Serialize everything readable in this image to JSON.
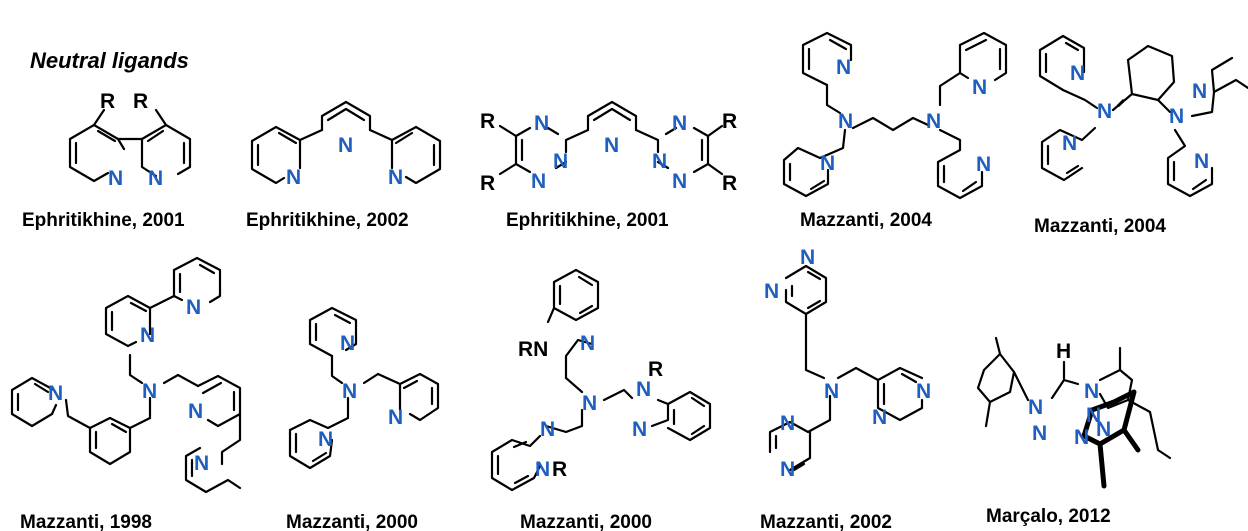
{
  "section_title": "Neutral ligands",
  "atom_labels": {
    "N": "N",
    "R": "R",
    "H": "H",
    "RN": "RN",
    "NR": "NR"
  },
  "captions": [
    "Ephritikhine, 2001",
    "Ephritikhine, 2002",
    "Ephritikhine, 2001",
    "Mazzanti, 2004",
    "Mazzanti, 2004",
    "Mazzanti, 1998",
    "Mazzanti, 2000",
    "Mazzanti, 2000",
    "Mazzanti, 2002",
    "Marçalo, 2012"
  ],
  "colors": {
    "heteroatom": "#1f5fbf",
    "bond": "#000000"
  }
}
